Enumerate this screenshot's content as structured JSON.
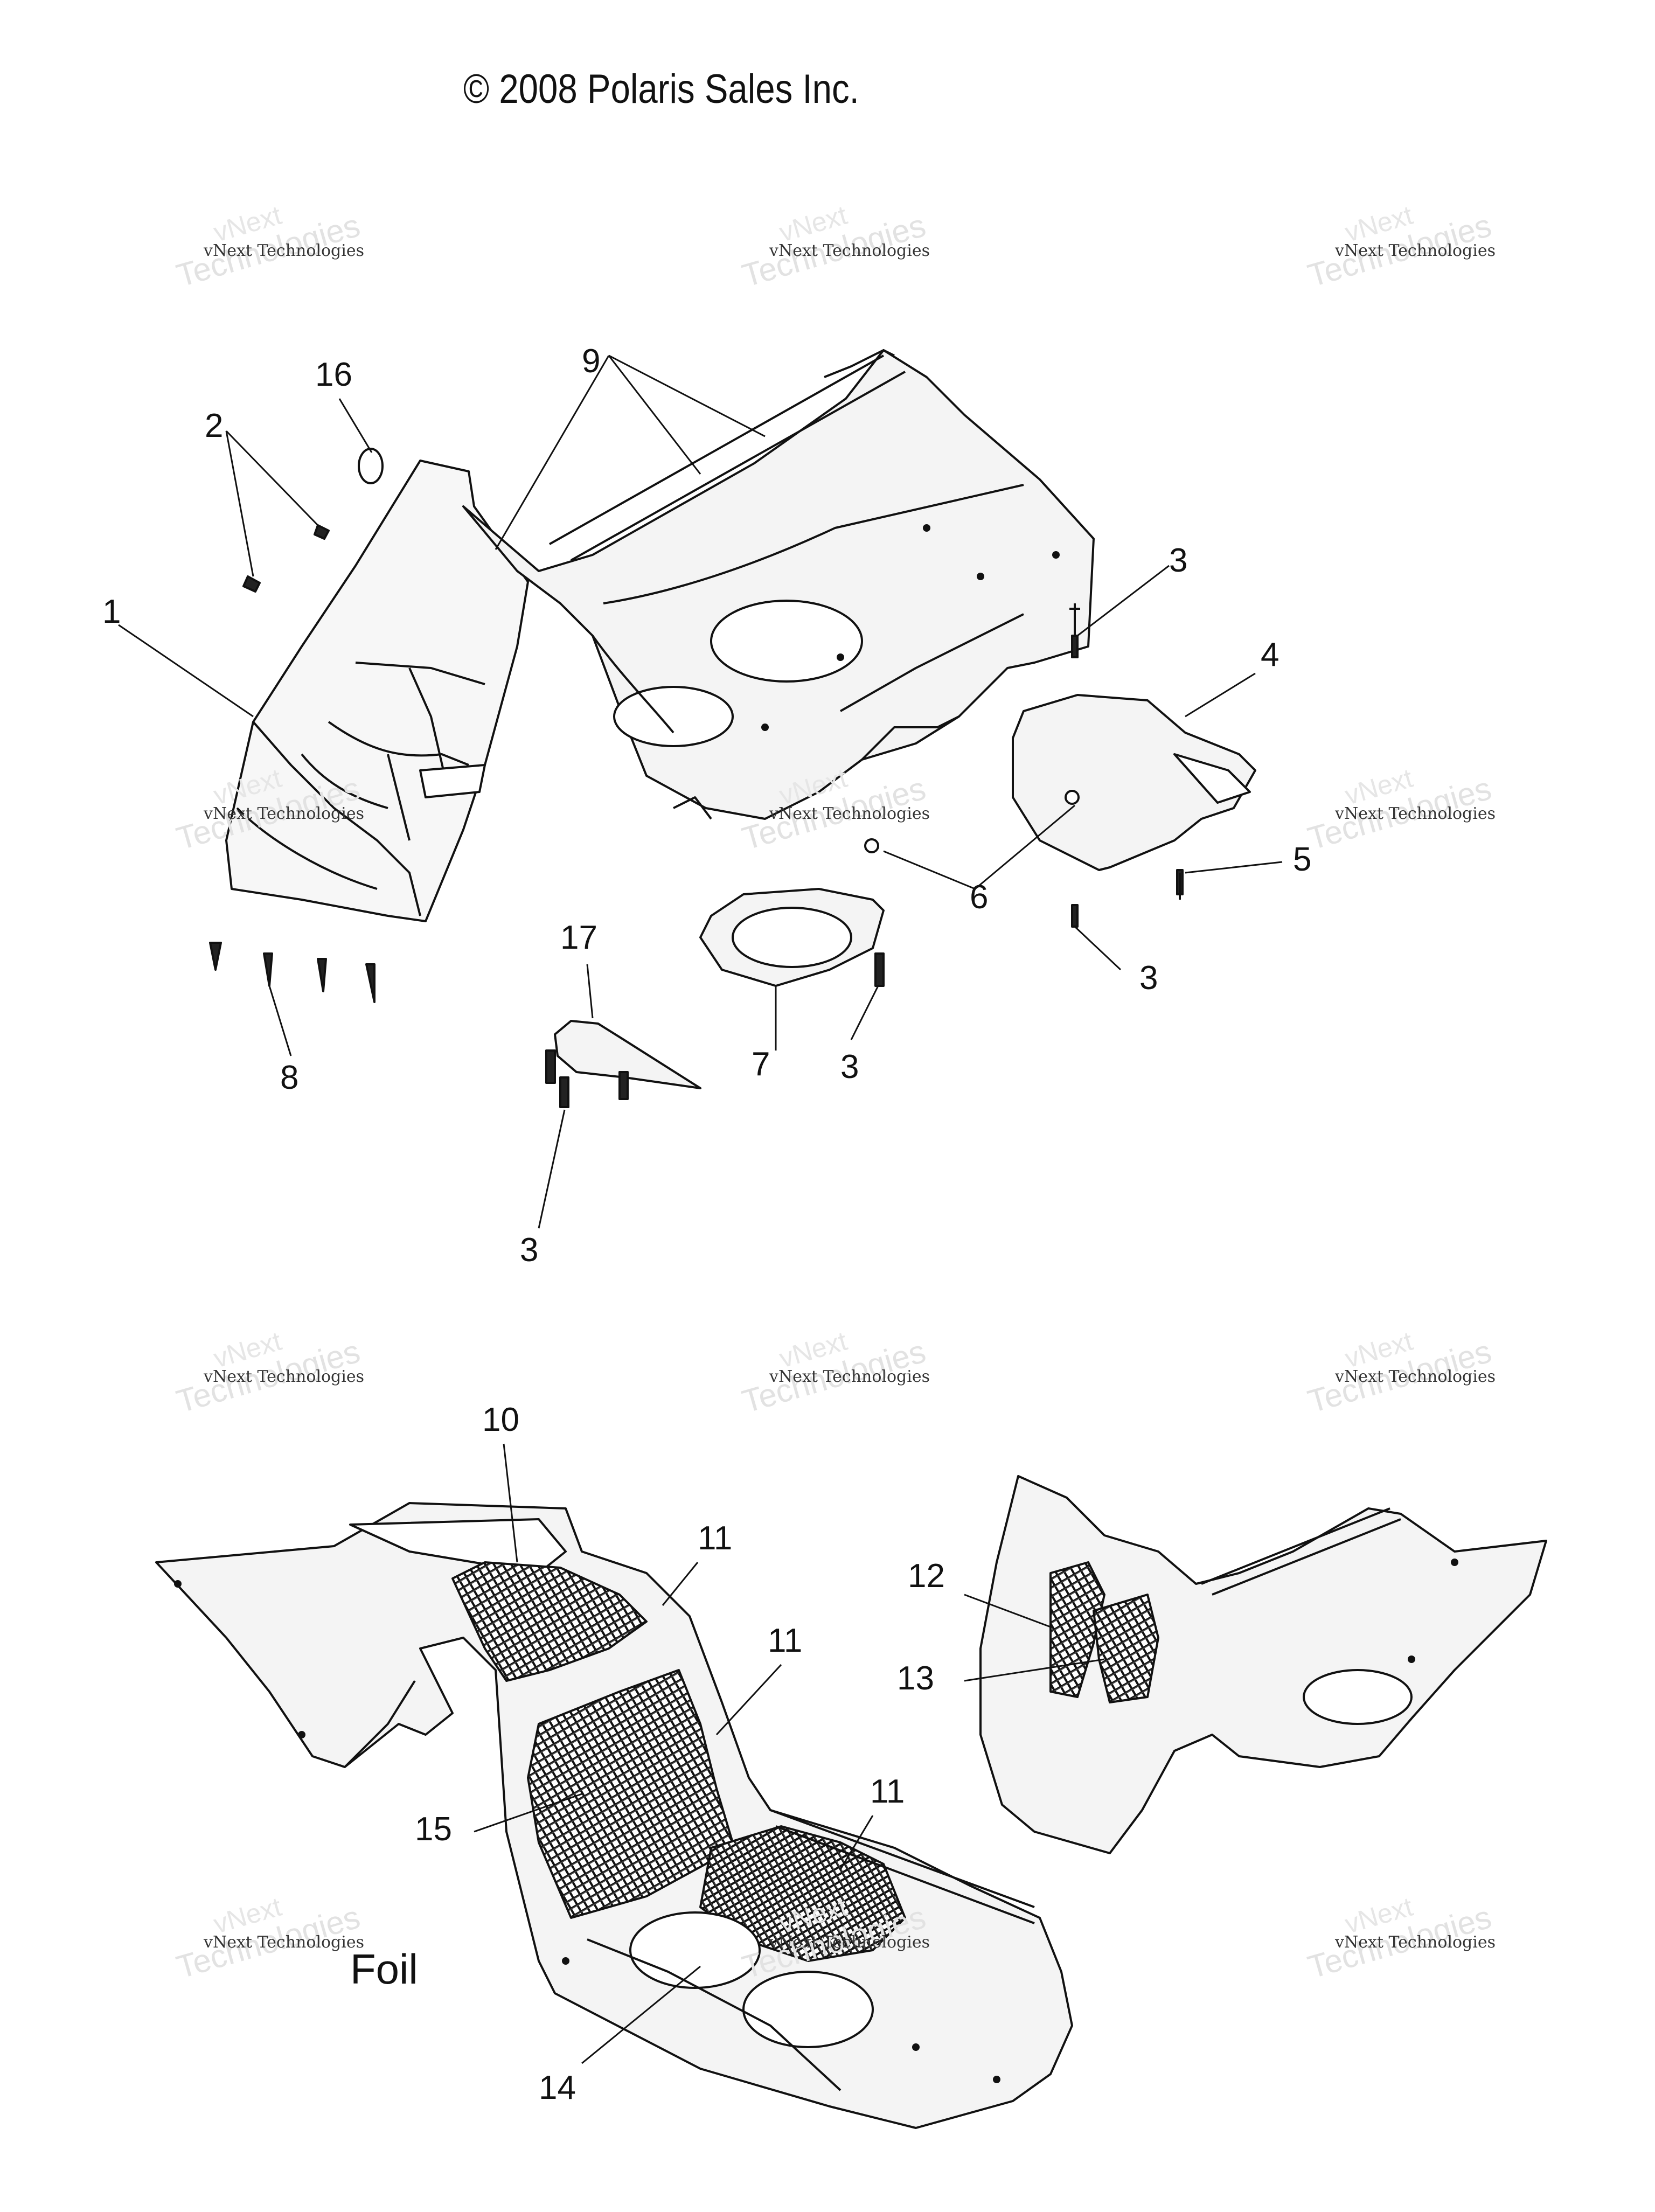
{
  "copyright": "© 2008 Polaris Sales Inc.",
  "watermark": {
    "small": "vNext Technologies",
    "big": "Technologies",
    "big2": "vNext"
  },
  "section_label": "Foil",
  "callouts": {
    "c1": "1",
    "c2": "2",
    "c3a": "3",
    "c3b": "3",
    "c3c": "3",
    "c3d": "3",
    "c4": "4",
    "c5": "5",
    "c6": "6",
    "c7": "7",
    "c8": "8",
    "c9": "9",
    "c10": "10",
    "c11a": "11",
    "c11b": "11",
    "c11c": "11",
    "c12": "12",
    "c13": "13",
    "c14": "14",
    "c15": "15",
    "c16": "16",
    "c17": "17"
  },
  "colors": {
    "line": "#111111",
    "fill": "#f4f4f4",
    "hatch": "#555555",
    "watermark": "#e2e2e2"
  }
}
